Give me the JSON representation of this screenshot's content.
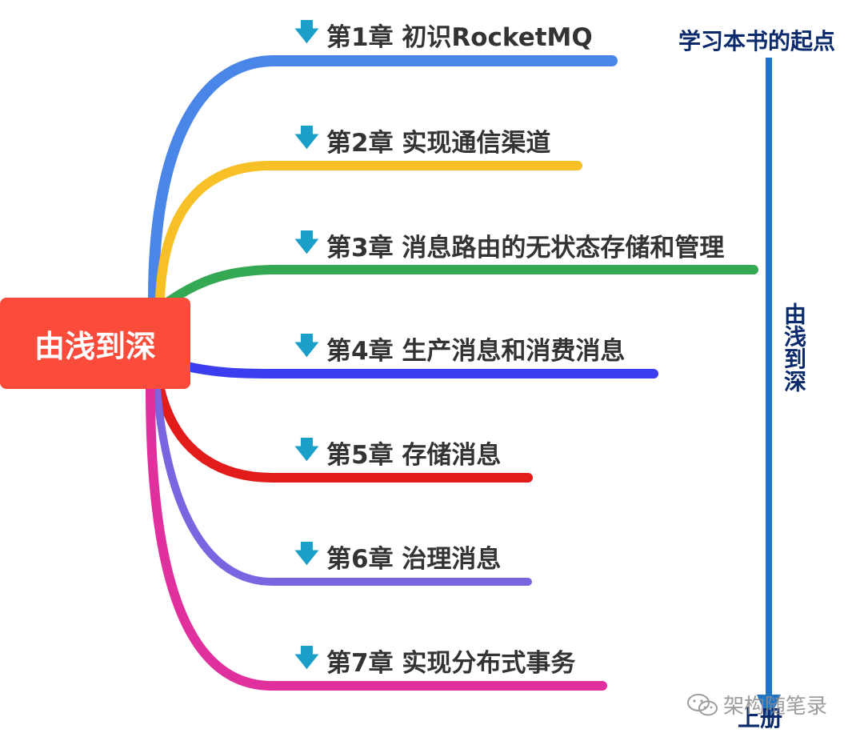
{
  "root": {
    "label": "由浅到深"
  },
  "branches": [
    {
      "label": "第1章 初识RocketMQ",
      "color": "#4a86e8"
    },
    {
      "label": "第2章 实现通信渠道",
      "color": "#f6c026"
    },
    {
      "label": "第3章 消息路由的无状态存储和管理",
      "color": "#34a853"
    },
    {
      "label": "第4章 生产消息和消费消息",
      "color": "#3d3df0"
    },
    {
      "label": "第5章 存储消息",
      "color": "#e21b1b"
    },
    {
      "label": "第6章 治理消息",
      "color": "#7766e0"
    },
    {
      "label": "第7章 实现分布式事务",
      "color": "#e0309e"
    }
  ],
  "icons": {
    "branch_arrow": "down-arrow-icon",
    "watermark": "wechat-icon"
  },
  "side": {
    "top_label": "学习本书的起点",
    "middle_label": "由浅到深",
    "bottom_label": "上册",
    "arrow_color": "#1f74c4"
  },
  "watermark": {
    "text": "架构随笔录"
  }
}
